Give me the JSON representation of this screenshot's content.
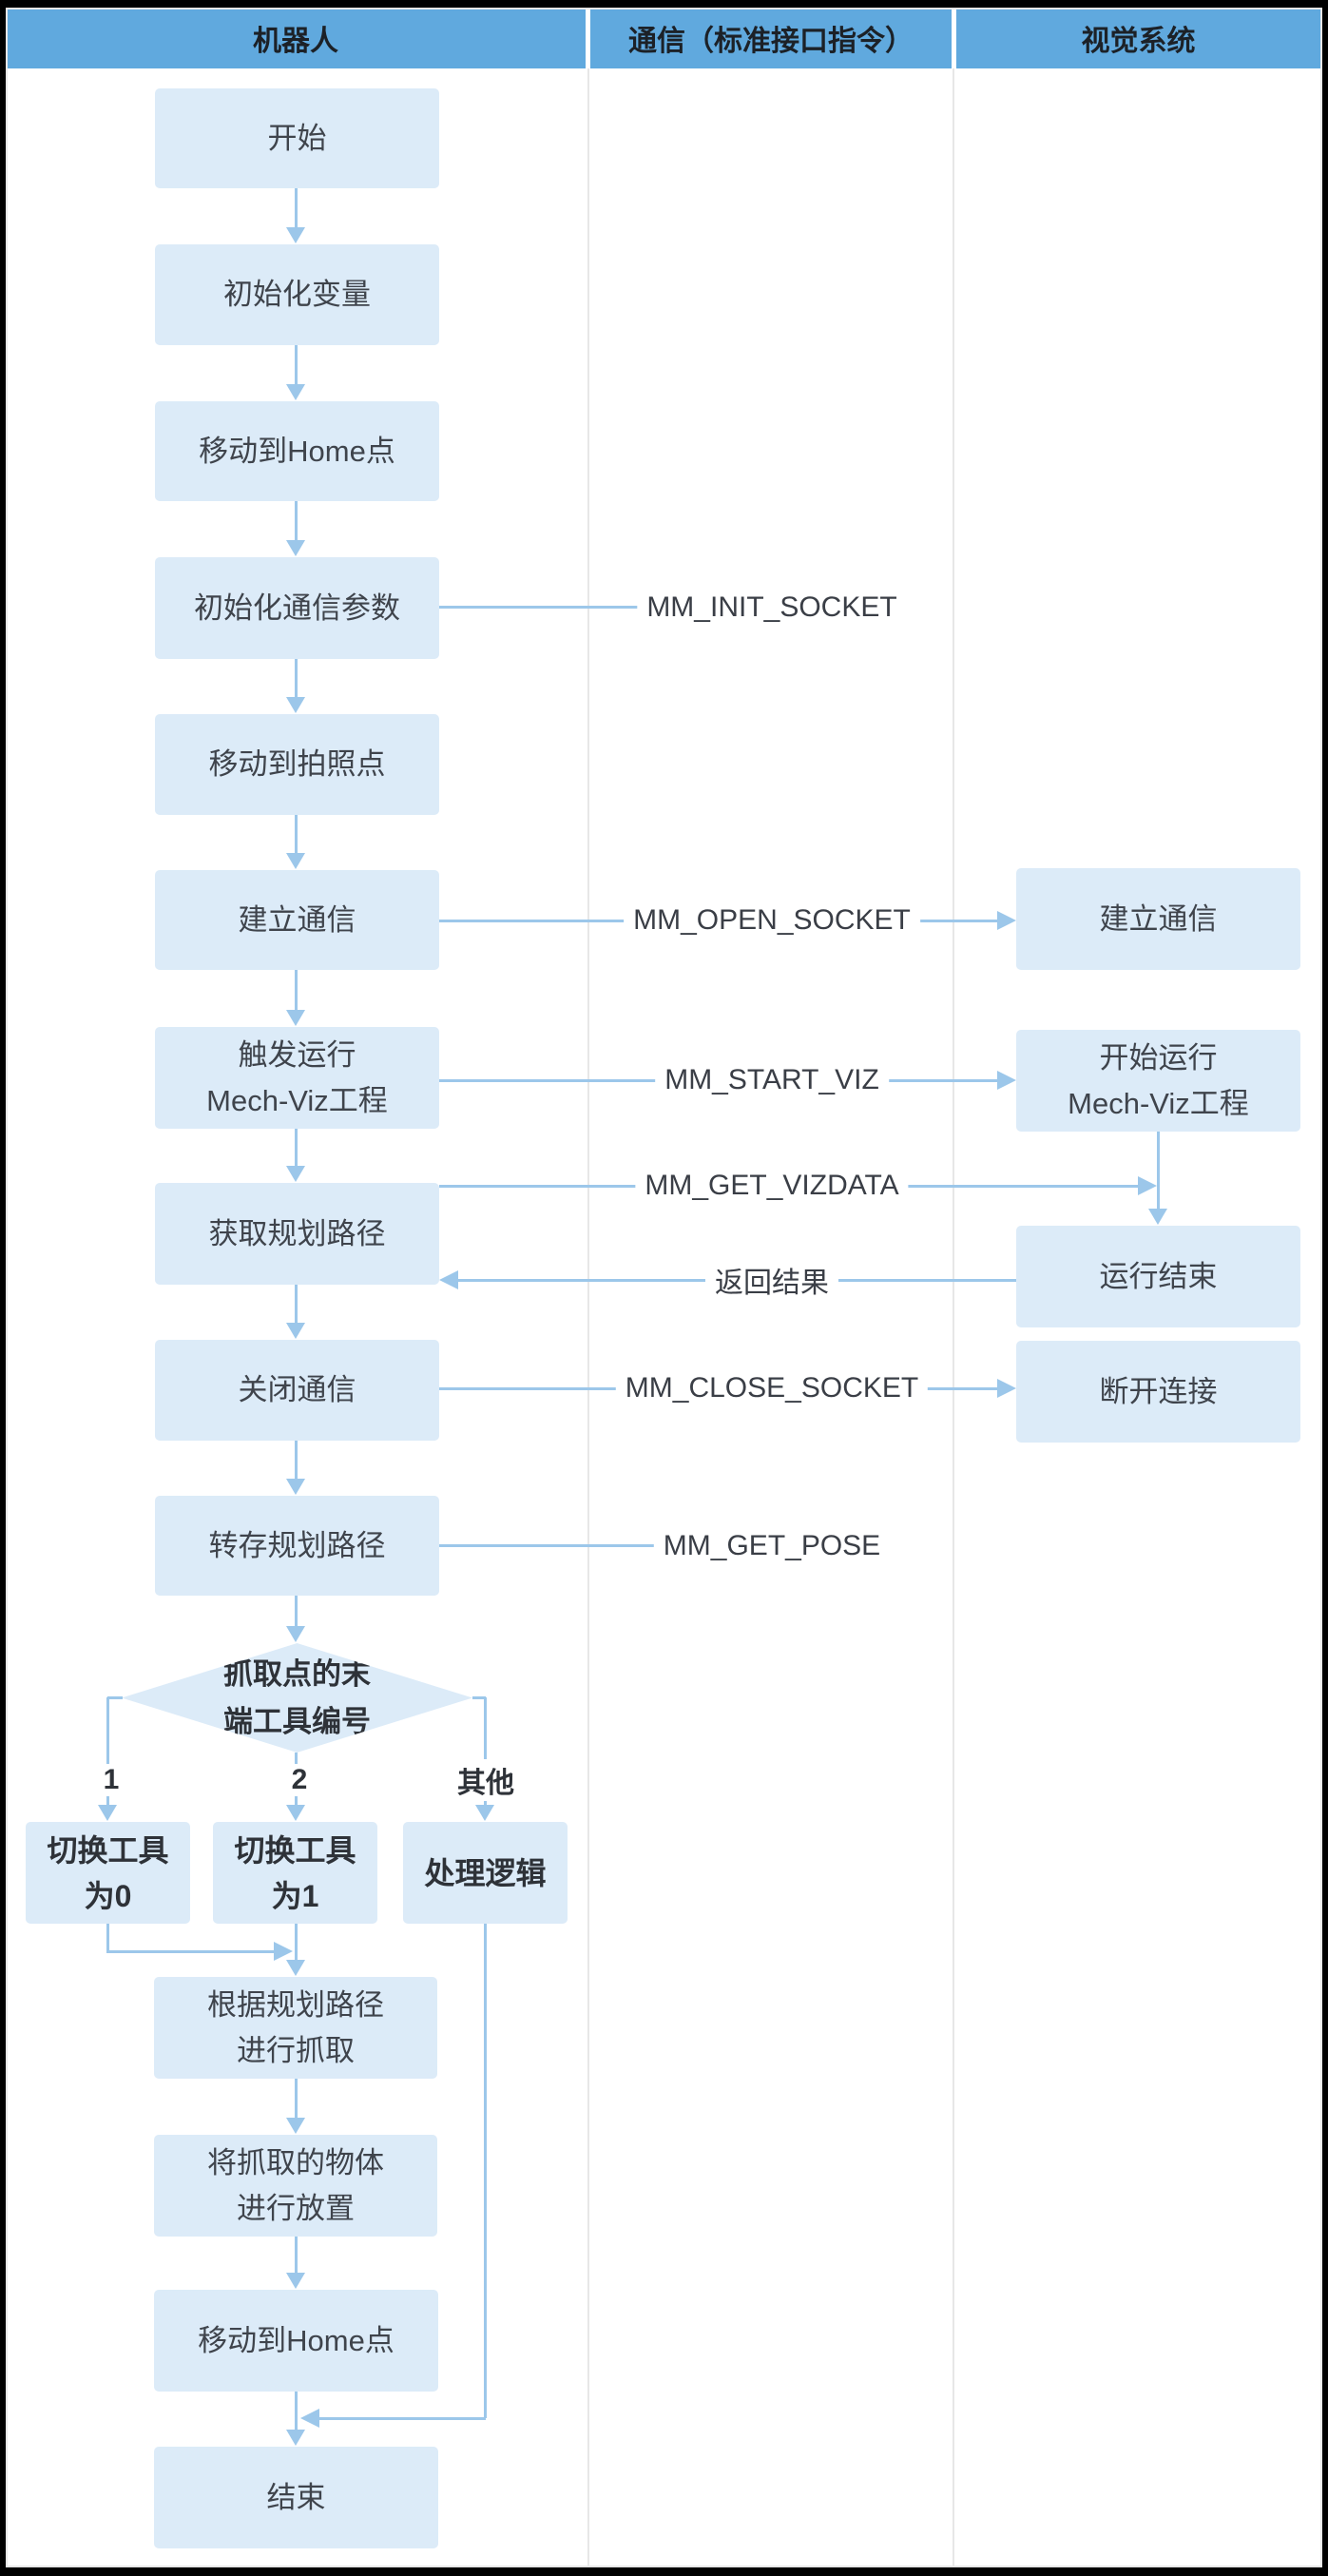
{
  "header": {
    "lane_robot": "机器人",
    "lane_comm": "通信（标准接口指令）",
    "lane_vision": "视觉系统"
  },
  "robot": {
    "start": "开始",
    "init_vars": "初始化变量",
    "move_home_1": "移动到Home点",
    "init_comm_params": "初始化通信参数",
    "move_photo_point": "移动到拍照点",
    "open_comm": "建立通信",
    "trigger_viz": "触发运行\nMech-Viz工程",
    "get_planned_path": "获取规划路径",
    "close_comm": "关闭通信",
    "save_planned_path": "转存规划路径",
    "decision_tool_id": "抓取点的末\n端工具编号",
    "branch_1": "1",
    "branch_2": "2",
    "branch_other": "其他",
    "switch_tool_0": "切换工具\n为0",
    "switch_tool_1": "切换工具\n为1",
    "handle_logic": "处理逻辑",
    "grab_by_path": "根据规划路径\n进行抓取",
    "place_object": "将抓取的物体\n进行放置",
    "move_home_2": "移动到Home点",
    "end": "结束"
  },
  "comm": {
    "init_socket": "MM_INIT_SOCKET",
    "open_socket": "MM_OPEN_SOCKET",
    "start_viz": "MM_START_VIZ",
    "get_vizdata": "MM_GET_VIZDATA",
    "return_result": "返回结果",
    "close_socket": "MM_CLOSE_SOCKET",
    "get_pose": "MM_GET_POSE"
  },
  "vision": {
    "open_comm": "建立通信",
    "start_running_viz": "开始运行\nMech-Viz工程",
    "run_finished": "运行结束",
    "disconnect": "断开连接"
  },
  "colors": {
    "header_blue": "#60A9DE",
    "node_fill": "#DCEBF8",
    "line_blue": "#9CC7EA",
    "lane_border": "#E7E7E7"
  }
}
